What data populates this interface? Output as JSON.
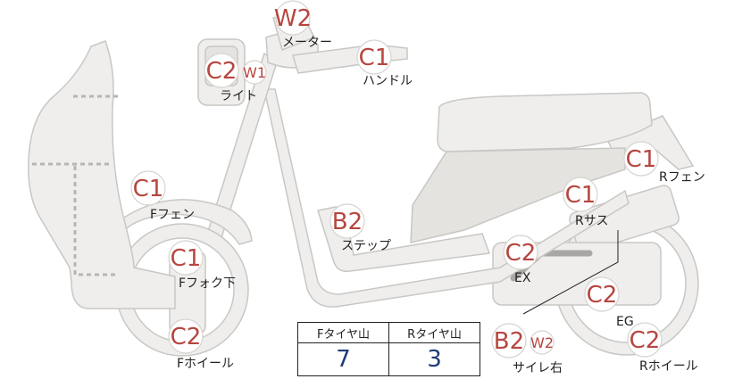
{
  "callouts": [
    {
      "id": "meter",
      "codes": [
        "W2"
      ],
      "label": "メーター"
    },
    {
      "id": "handle",
      "codes": [
        "C1"
      ],
      "label": "ハンドル"
    },
    {
      "id": "light",
      "codes": [
        "C2",
        "W1"
      ],
      "label": "ライト"
    },
    {
      "id": "r-fender",
      "codes": [
        "C1"
      ],
      "label": "Rフェン"
    },
    {
      "id": "f-fender",
      "codes": [
        "C1"
      ],
      "label": "Fフェン"
    },
    {
      "id": "step",
      "codes": [
        "B2"
      ],
      "label": "ステップ"
    },
    {
      "id": "r-suspension",
      "codes": [
        "C1"
      ],
      "label": "Rサス"
    },
    {
      "id": "exhaust",
      "codes": [
        "C2"
      ],
      "label": "EX"
    },
    {
      "id": "front-fork-lower",
      "codes": [
        "C1"
      ],
      "label": "Fフォク下"
    },
    {
      "id": "engine",
      "codes": [
        "C2"
      ],
      "label": "EG"
    },
    {
      "id": "f-wheel",
      "codes": [
        "C2"
      ],
      "label": "Fホイール"
    },
    {
      "id": "silencer-right",
      "codes": [
        "B2",
        "W2"
      ],
      "label": "サイレ右"
    },
    {
      "id": "r-wheel",
      "codes": [
        "C2"
      ],
      "label": "Rホイール"
    }
  ],
  "tread": {
    "front_header": "Fタイヤ山",
    "rear_header": "Rタイヤ山",
    "front_value": "7",
    "rear_value": "3"
  },
  "colors": {
    "code": "#b6463f",
    "value": "#1f3a7a",
    "part_fill": "#efeeec",
    "part_stroke": "#c9c7c4"
  }
}
